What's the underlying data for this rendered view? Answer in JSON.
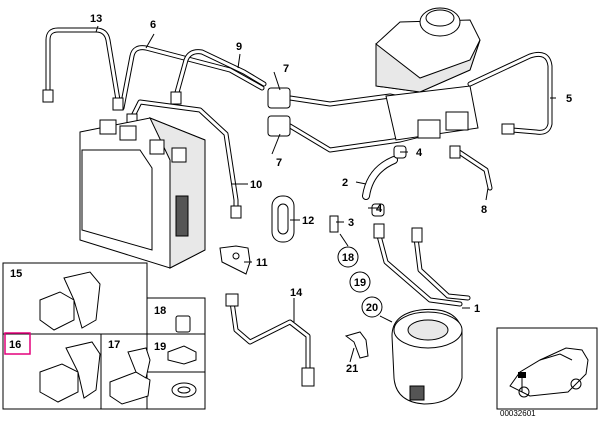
{
  "callouts": {
    "p1": "1",
    "p2": "2",
    "p3": "3",
    "p4a": "4",
    "p4b": "4",
    "p5": "5",
    "p6": "6",
    "p7a": "7",
    "p7b": "7",
    "p8": "8",
    "p9": "9",
    "p10": "10",
    "p11": "11",
    "p12": "12",
    "p13": "13",
    "p14": "14",
    "p15": "15",
    "p16": "16",
    "p17": "17",
    "p18a": "18",
    "p18b": "18",
    "p19a": "19",
    "p19b": "19",
    "p20": "20",
    "p21": "21"
  },
  "reference_code": "00032601",
  "colors": {
    "highlight": "#e4007c",
    "line": "#000000"
  }
}
